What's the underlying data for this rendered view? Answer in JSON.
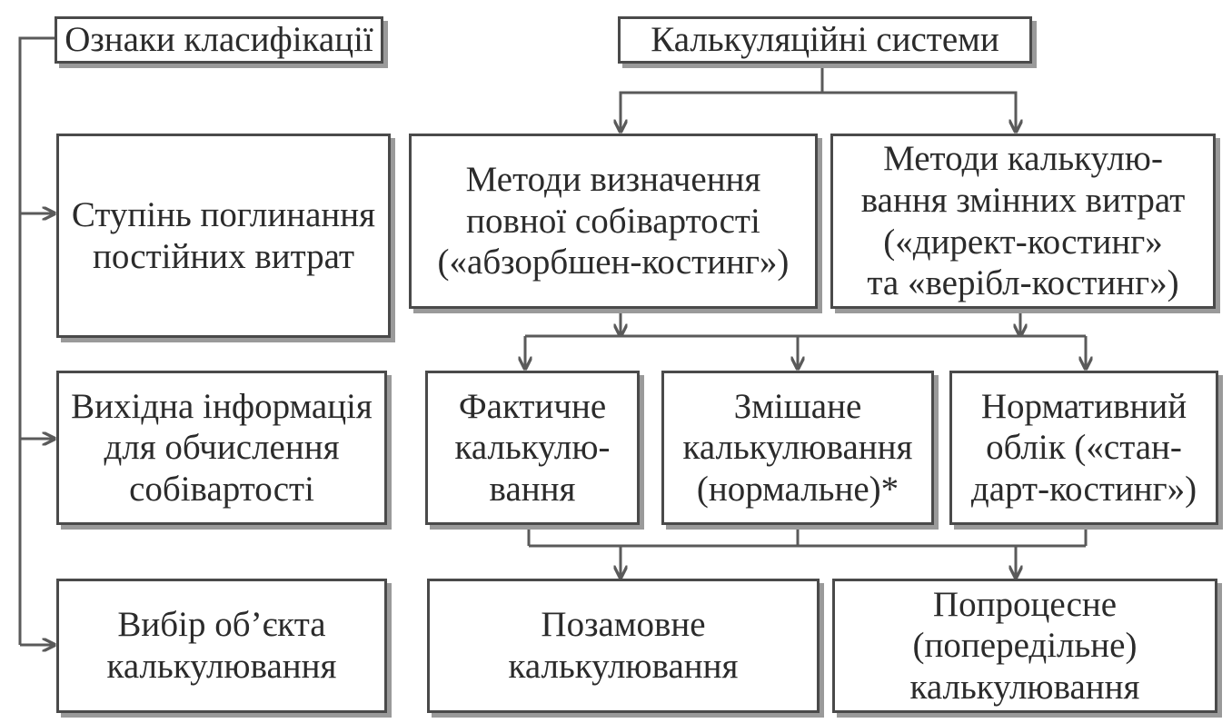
{
  "colors": {
    "line": "#5a5a5a",
    "box_border": "#4a4a4a",
    "shadow": "#9a9a9a",
    "background": "#ffffff"
  },
  "left_column": {
    "title": "Ознаки класифікації",
    "absorption_criterion": "Ступінь поглинання\nпостійних витрат",
    "info_criterion": "Вихідна інформація\nдля обчислення\nсобівартості",
    "object_criterion": "Вибір об’єкта\nкалькулювання"
  },
  "diagram": {
    "systems": "Калькуляційні системи",
    "full_cost": "Методи визначення\nповної собівартості\n(«абзорбшен-костинг»)",
    "variable_cost": "Методи калькулю-\nвання змінних витрат\n(«директ-костинг»\nта «верібл-костинг»)",
    "actual": "Фактичне\nкалькулю-\nвання",
    "mixed": "Змішане\nкалькулювання\n(нормальне)*",
    "standard": "Нормативний\nоблік («стан-\nдарт-костинг»)",
    "job_order": "Позамовне\nкалькулювання",
    "process": "Попроцесне\n(попередільне)\nкалькулювання"
  }
}
